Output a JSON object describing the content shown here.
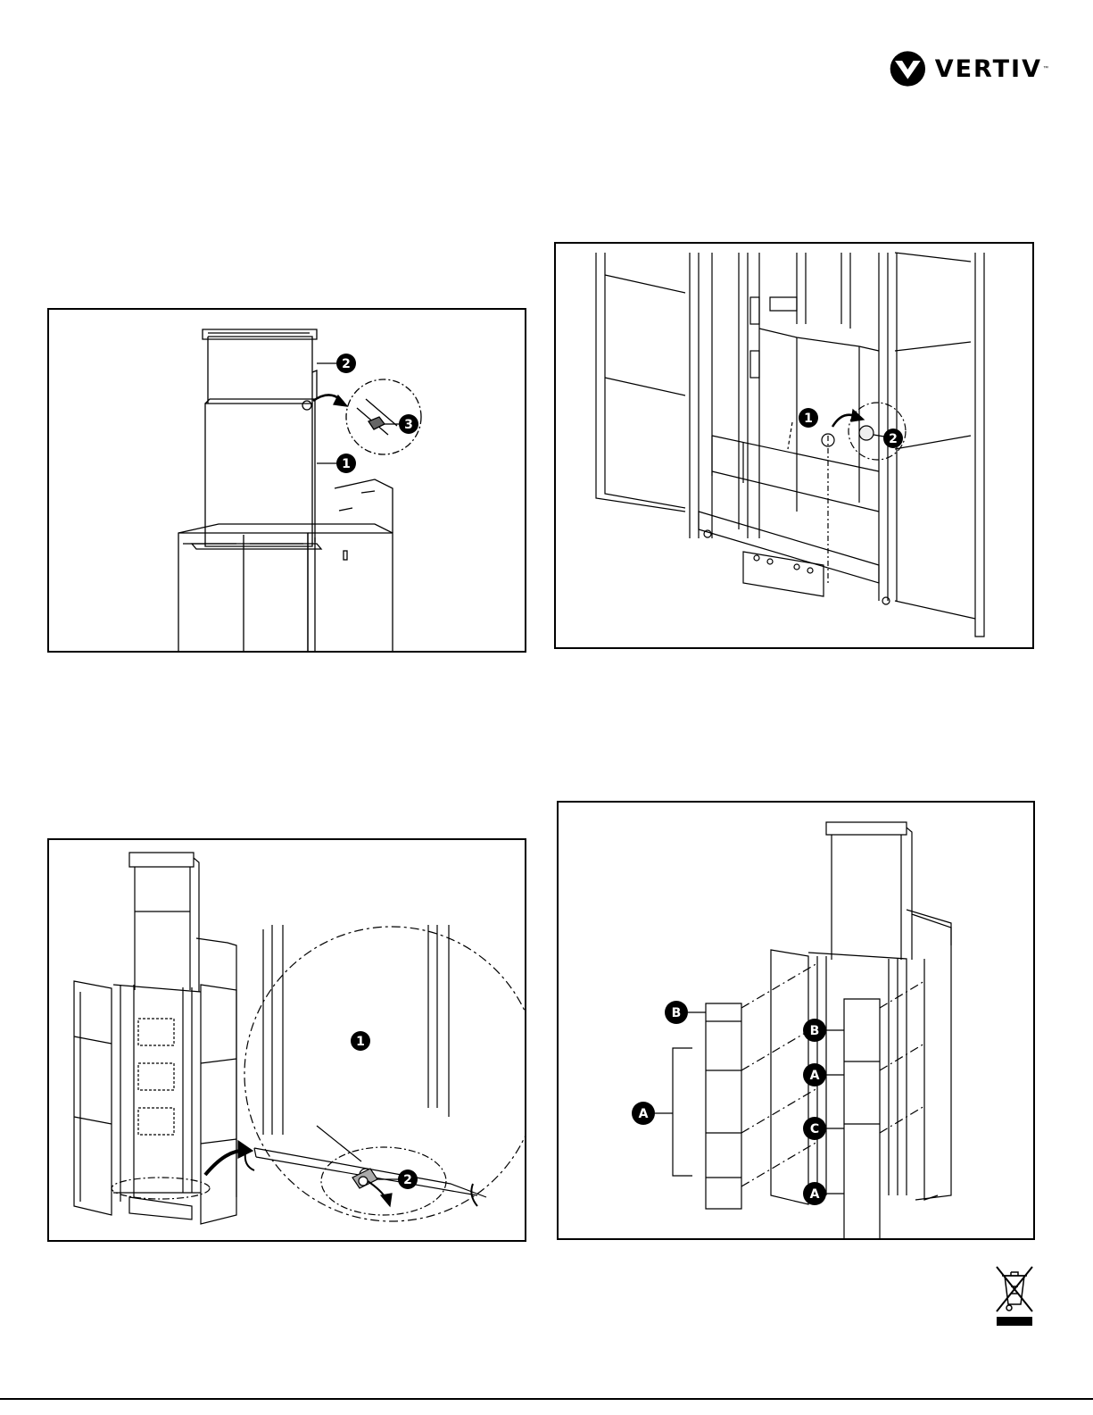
{
  "brand": {
    "name": "VERTIV",
    "tm": "™"
  },
  "figures": [
    {
      "callouts": [
        "1",
        "2",
        "3"
      ]
    },
    {
      "callouts": [
        "1",
        "2"
      ]
    },
    {
      "callouts": [
        "1",
        "2"
      ]
    },
    {
      "callouts": [
        "B",
        "A",
        "B",
        "A",
        "C",
        "A"
      ]
    }
  ],
  "icons": {
    "logo": "vertiv-chevron-logo",
    "disposal": "weee-crossed-bin-icon"
  }
}
